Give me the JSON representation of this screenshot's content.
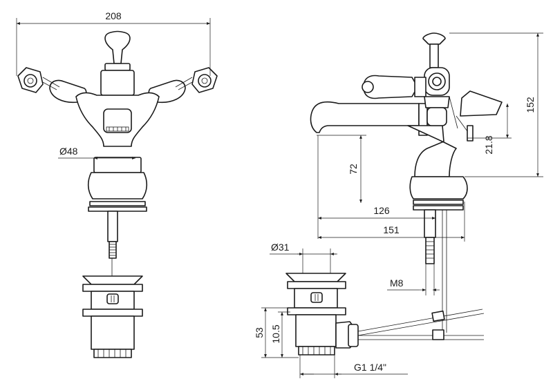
{
  "dimensions": {
    "overall_width": "208",
    "body_diameter": "Ø48",
    "overall_height": "152",
    "spout_height": "72",
    "handle_angle": "21.8",
    "spout_reach": "126",
    "total_depth": "151",
    "waste_diameter": "Ø31",
    "thread": "M8",
    "waste_height": "53",
    "waste_offset": "10.5",
    "waste_thread": "G1 1/4\""
  }
}
